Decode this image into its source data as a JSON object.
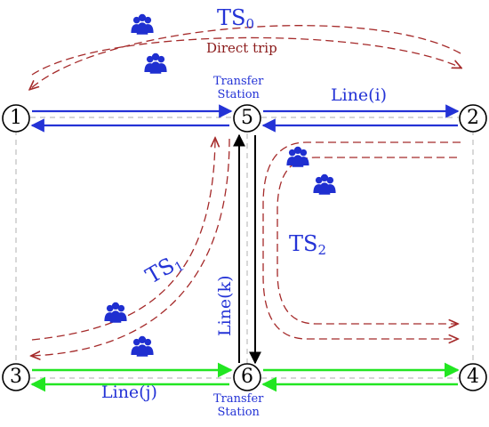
{
  "diagram": {
    "nodes": [
      {
        "id": "1",
        "label": "1"
      },
      {
        "id": "2",
        "label": "2"
      },
      {
        "id": "3",
        "label": "3"
      },
      {
        "id": "4",
        "label": "4"
      },
      {
        "id": "5",
        "label": "5"
      },
      {
        "id": "6",
        "label": "6"
      }
    ],
    "transfer_top": {
      "line1": "Transfer",
      "line2": "Station"
    },
    "transfer_bottom": {
      "line1": "Transfer",
      "line2": "Station"
    },
    "lines": {
      "i": "Line(i)",
      "j": "Line(j)",
      "k": "Line(k)"
    },
    "trip_scenarios": {
      "ts0": {
        "main": "TS",
        "sub": "0"
      },
      "ts1": {
        "main": "TS",
        "sub": "1"
      },
      "ts2": {
        "main": "TS",
        "sub": "2"
      },
      "direct_trip": "Direct trip"
    },
    "colors": {
      "line_i": "#2433d6",
      "line_j": "#22e622",
      "line_k": "#000000",
      "trip_path": "#a52a2a",
      "label_blue": "#2433d6",
      "crowd": "#1f2fd0"
    },
    "icons": [
      "crowd-icon"
    ]
  }
}
